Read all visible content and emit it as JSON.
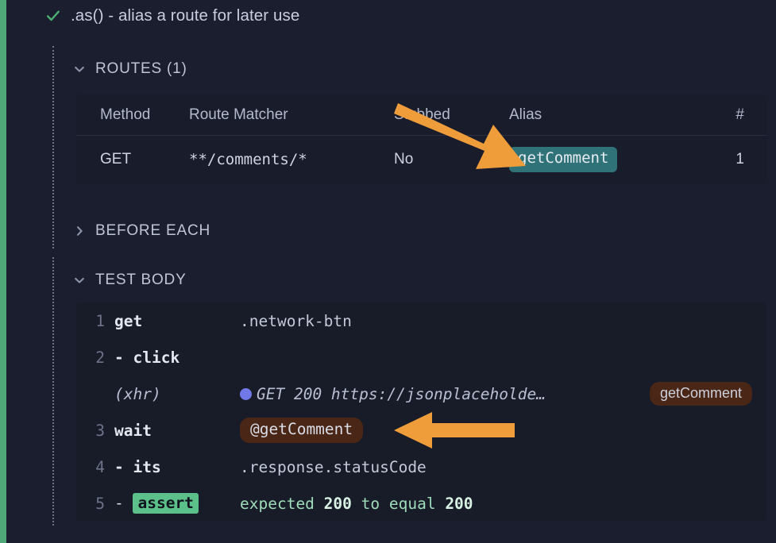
{
  "theme": {
    "background": "#1b1e2e",
    "panel_background": "#191c2a",
    "status_bar_color": "#4fa877",
    "alias_teal": "#2f7277",
    "alias_brown": "#4a2616",
    "assert_green": "#5cc08a",
    "xhr_dot_color": "#7179e8",
    "annotation_orange": "#ef9d3b"
  },
  "test": {
    "status_icon": "check-icon",
    "title": ".as() - alias a route for later use"
  },
  "routes_section": {
    "toggle_icon": "chevron-down-icon",
    "label": "ROUTES (1)",
    "expanded": true,
    "columns": [
      "Method",
      "Route Matcher",
      "Stubbed",
      "Alias",
      "#"
    ],
    "rows": [
      {
        "method": "GET",
        "matcher": "**/comments/*",
        "stubbed": "No",
        "alias": "getComment",
        "count": "1"
      }
    ]
  },
  "before_each_section": {
    "toggle_icon": "chevron-right-icon",
    "label": "BEFORE EACH",
    "expanded": false
  },
  "test_body_section": {
    "toggle_icon": "chevron-down-icon",
    "label": "TEST BODY",
    "expanded": true,
    "rows": [
      {
        "number": "1",
        "command": "get",
        "args": ".network-btn"
      },
      {
        "number": "2",
        "command": "- click",
        "args": ""
      },
      {
        "number": "",
        "command": "(xhr)",
        "args": "GET 200 https://jsonplaceholde…",
        "badge": "getComment",
        "dot": "xhr-dot"
      },
      {
        "number": "3",
        "command": "wait",
        "pill": "@getComment"
      },
      {
        "number": "4",
        "command": "- its",
        "args": ".response.statusCode"
      },
      {
        "number": "5",
        "command": "- assert",
        "chip": "assert",
        "assert_parts": [
          "expected ",
          "200",
          " to equal ",
          "200"
        ]
      }
    ]
  },
  "annotations": [
    {
      "name": "arrow-to-alias-cell",
      "direction": "down-right",
      "color": "#ef9d3b"
    },
    {
      "name": "arrow-to-wait-alias",
      "direction": "left",
      "color": "#ef9d3b"
    }
  ]
}
